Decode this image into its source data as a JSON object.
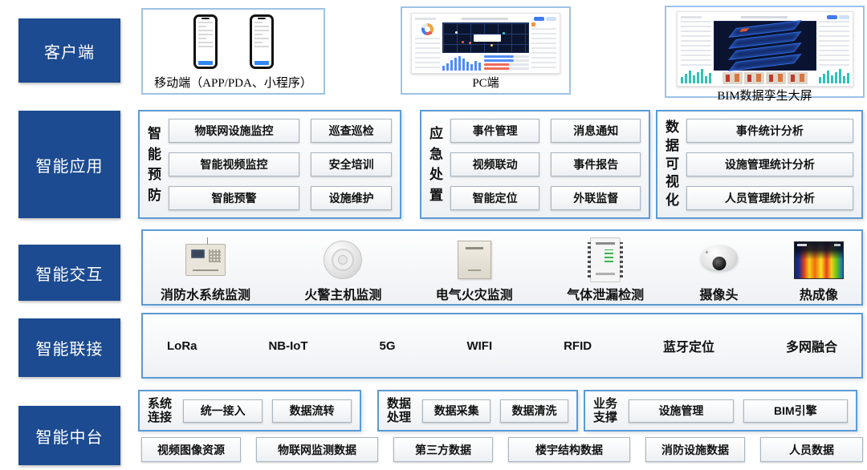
{
  "colors": {
    "row_label_bg": "#1C4B91",
    "row_label_text": "#FFFFFF",
    "group_border": "#5B9BD5",
    "client_card_border": "#9DC3E6",
    "item_box_border": "#A9B6C2",
    "accent_blue": "#3E7BF0",
    "teal_bar": "#2EC4B6",
    "dark_map_bg": "#0C152F"
  },
  "client": {
    "label": "客户端",
    "cards": [
      {
        "caption": "移动端（APP/PDA、小程序）",
        "icon": "mobile-phones-icon"
      },
      {
        "caption": "PC端",
        "icon": "pc-dashboard-icon"
      },
      {
        "caption": "BIM数据孪生大屏",
        "icon": "bim-dashboard-icon"
      }
    ]
  },
  "applications": {
    "label": "智能应用",
    "groups": [
      {
        "side_label": "智能预防",
        "items": [
          "物联网设施监控",
          "巡查巡检",
          "智能视频监控",
          "安全培训",
          "智能预警",
          "设施维护"
        ]
      },
      {
        "side_label": "应急处置",
        "items": [
          "事件管理",
          "消息通知",
          "视频联动",
          "事件报告",
          "智能定位",
          "外联监督"
        ]
      },
      {
        "side_label": "数据可视化",
        "items": [
          "事件统计分析",
          "设施管理统计分析",
          "人员管理统计分析"
        ]
      }
    ]
  },
  "interaction": {
    "label": "智能交互",
    "devices": [
      {
        "name": "消防水系统监测",
        "icon": "fire-water-panel-icon"
      },
      {
        "name": "火警主机监测",
        "icon": "smoke-detector-icon"
      },
      {
        "name": "电气火灾监测",
        "icon": "electrical-cabinet-icon"
      },
      {
        "name": "气体泄漏检测",
        "icon": "gas-detector-icon"
      },
      {
        "name": "摄像头",
        "icon": "dome-camera-icon"
      },
      {
        "name": "热成像",
        "icon": "thermal-image-icon"
      }
    ]
  },
  "connection": {
    "label": "智能联接",
    "items": [
      "LoRa",
      "NB-IoT",
      "5G",
      "WIFI",
      "RFID",
      "蓝牙定位",
      "多网融合"
    ]
  },
  "platform": {
    "label": "智能中台",
    "groups": [
      {
        "side_label": "系统连接",
        "items": [
          "统一接入",
          "数据流转"
        ]
      },
      {
        "side_label": "数据处理",
        "items": [
          "数据采集",
          "数据清洗"
        ]
      },
      {
        "side_label": "业务支撑",
        "items": [
          "设施管理",
          "BIM引擎"
        ]
      }
    ],
    "data_boxes": [
      "视频图像资源",
      "物联网监测数据",
      "第三方数据",
      "楼宇结构数据",
      "消防设施数据",
      "人员数据"
    ]
  }
}
